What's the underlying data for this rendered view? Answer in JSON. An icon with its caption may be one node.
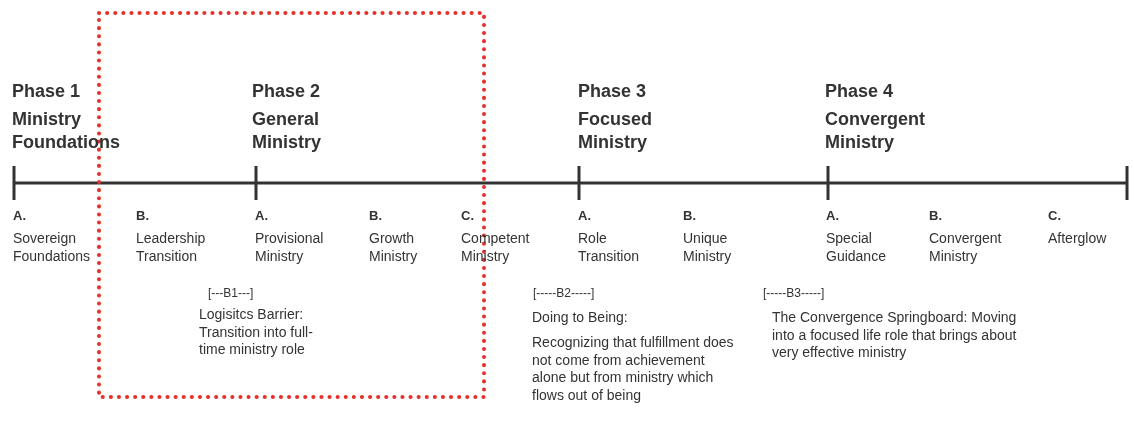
{
  "diagram": {
    "labels": [
      "Phase 1",
      "Ministry Foundations",
      "Phase 2",
      "General Ministry",
      "Phase 3",
      "Focused Ministry",
      "Phase 4",
      "Convergent Ministry",
      "A.",
      "Sovereign Foundations",
      "B.",
      "Leadership Transition",
      "A.",
      "Provisional Ministry",
      "B.",
      "Growth Ministry",
      "C.",
      "Competent Ministry",
      "A.",
      "Role Transition",
      "B.",
      "Unique Ministry",
      "A.",
      "Special Guidance",
      "B.",
      "Convergent Ministry",
      "C.",
      "Afterglow",
      "[---B1---]",
      "Logisitcs Barrier: Transition into full-time ministry role",
      "[-----B2-----]",
      "Doing to Being:",
      "Recognizing that fulfillment does not come from achievement alone but from ministry which flows out of being",
      "[-----B3-----]",
      "The Convergence Springboard: Moving into a focused life role that brings about very effective ministry"
    ]
  }
}
